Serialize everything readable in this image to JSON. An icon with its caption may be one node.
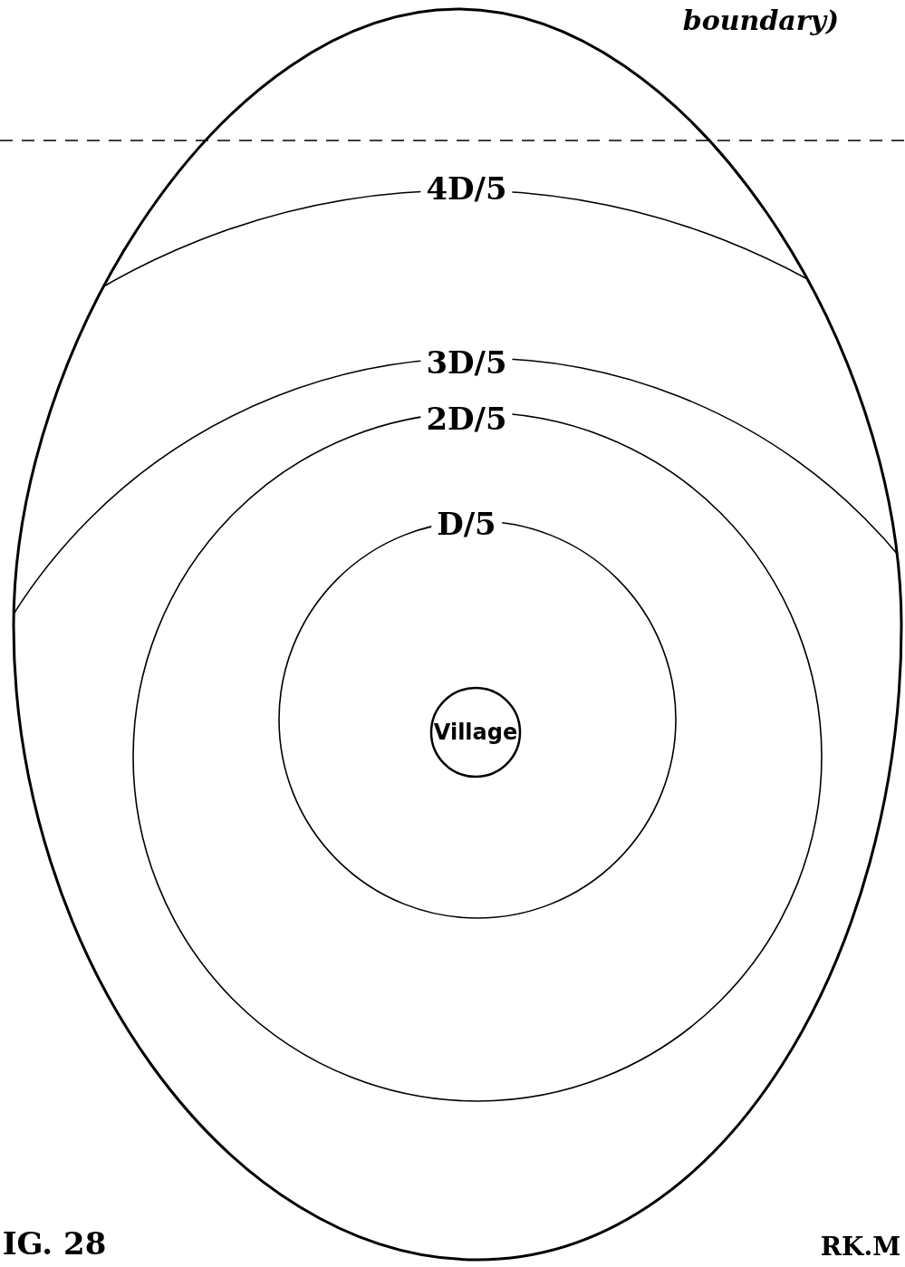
{
  "diagram": {
    "nodes": [
      {
        "text": [
          "Village"
        ]
      }
    ],
    "edges": [],
    "labels": [
      "boundary)",
      "4D/5",
      "3D/5",
      "2D/5",
      "D/5",
      "IG. 28",
      "RK.M"
    ]
  }
}
